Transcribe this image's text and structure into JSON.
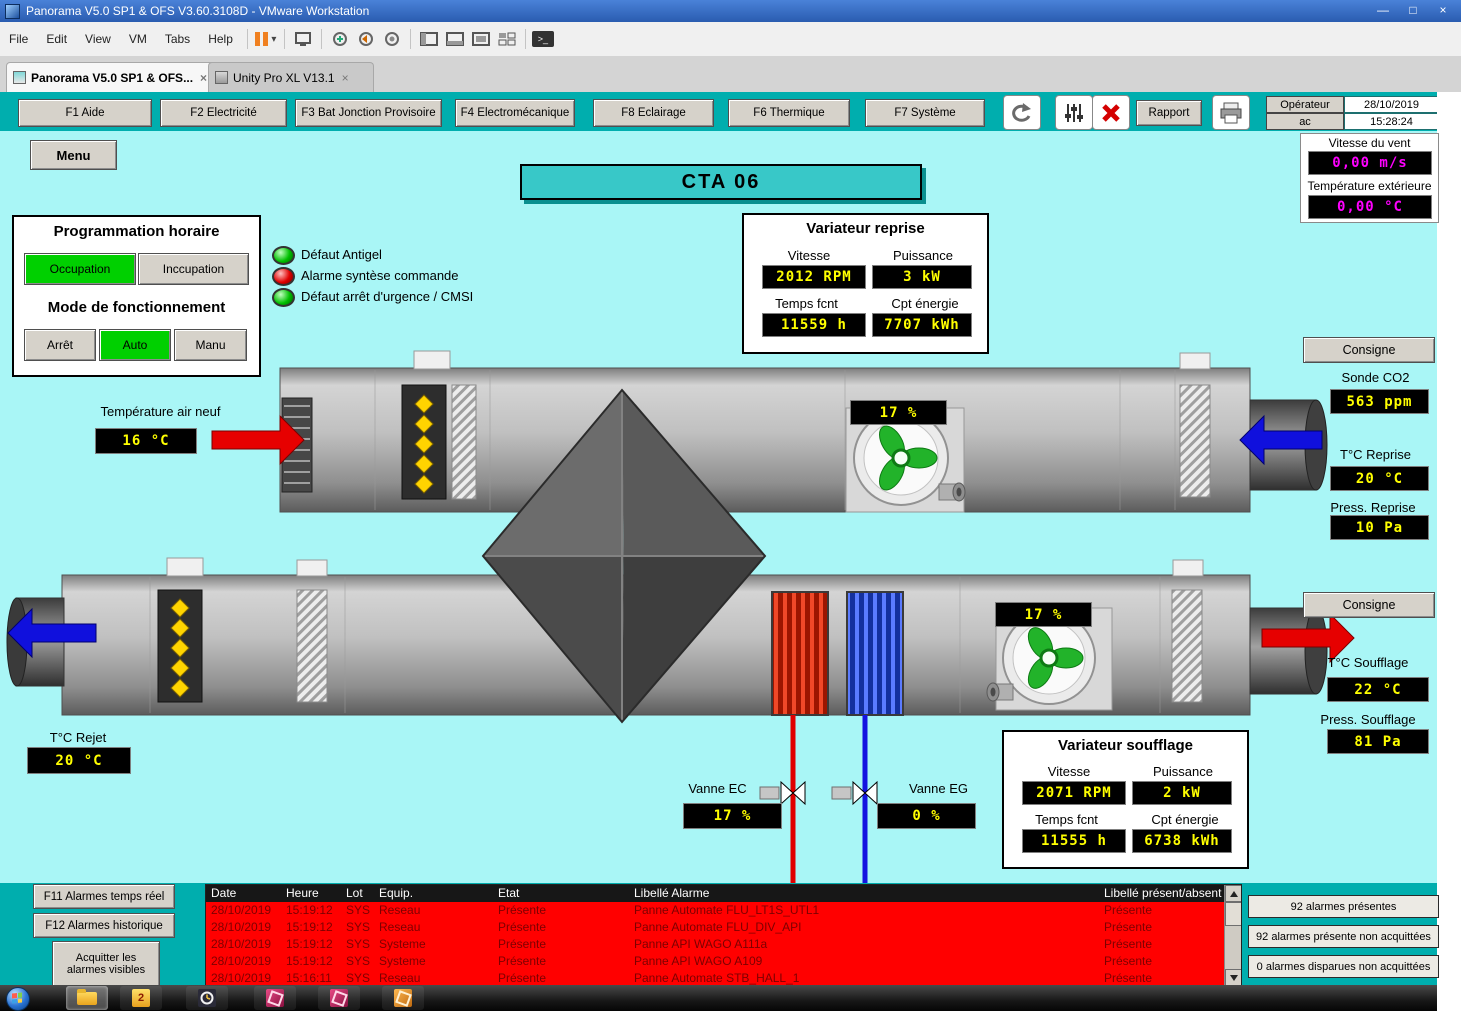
{
  "vmware": {
    "title": "Panorama V5.0 SP1 & OFS V3.60.3108D - VMware Workstation",
    "menu": [
      "File",
      "Edit",
      "View",
      "VM",
      "Tabs",
      "Help"
    ],
    "tabs": [
      {
        "label": "Panorama V5.0 SP1 & OFS..."
      },
      {
        "label": "Unity Pro XL V13.1"
      }
    ]
  },
  "icons": {
    "min": "—",
    "max": "□",
    "close": "×",
    "tab_close": "×",
    "dropdown": "▾",
    "console": ">_"
  },
  "fnbar": {
    "buttons": [
      "F1 Aide",
      "F2 Electricité",
      "F3 Bat Jonction Provisoire",
      "F4 Electromécanique",
      "F8 Eclairage",
      "F6 Thermique",
      "F7 Système"
    ],
    "rapport": "Rapport",
    "operator_label": "Opérateur",
    "operator_date": "28/10/2019",
    "operator_user": "ac",
    "operator_time": "15:28:24"
  },
  "screen": {
    "menu_button": "Menu",
    "title": "CTA 06",
    "weather": {
      "wind_label": "Vitesse du vent",
      "wind_value": "0,00 m/s",
      "temp_label": "Température extérieure",
      "temp_value": "0,00 °C"
    },
    "programmation": {
      "title": "Programmation horaire",
      "occupation": "Occupation",
      "inoccupation": "Inccupation",
      "mode_title": "Mode de fonctionnement",
      "arret": "Arrêt",
      "auto": "Auto",
      "manu": "Manu"
    },
    "indicators": [
      {
        "label": "Défaut Antigel",
        "color": "green"
      },
      {
        "label": "Alarme syntèse commande",
        "color": "red"
      },
      {
        "label": "Défaut arrêt d'urgence / CMSI",
        "color": "green"
      }
    ],
    "variateur_reprise": {
      "title": "Variateur reprise",
      "vitesse_label": "Vitesse",
      "puissance_label": "Puissance",
      "vitesse": "2012 RPM",
      "puissance": "3 kW",
      "temps_label": "Temps fcnt",
      "energie_label": "Cpt énergie",
      "temps": "11559 h",
      "energie": "7707 kWh"
    },
    "variateur_soufflage": {
      "title": "Variateur soufflage",
      "vitesse_label": "Vitesse",
      "puissance_label": "Puissance",
      "vitesse": "2071 RPM",
      "puissance": "2 kW",
      "temps_label": "Temps fcnt",
      "energie_label": "Cpt énergie",
      "temps": "11555 h",
      "energie": "6738 kWh"
    },
    "measures": {
      "air_neuf_label": "Température air neuf",
      "air_neuf": "16 °C",
      "fan_reprise": "17 %",
      "fan_soufflage": "17 %",
      "consigne": "Consigne",
      "sonde_co2_label": "Sonde CO2",
      "sonde_co2": "563 ppm",
      "t_reprise_label": "T°C Reprise",
      "t_reprise": "20 °C",
      "press_reprise_label": "Press. Reprise",
      "press_reprise": "10 Pa",
      "t_rejet_label": "T°C Rejet",
      "t_rejet": "20 °C",
      "vanne_ec_label": "Vanne EC",
      "vanne_ec": "17 %",
      "vanne_eg_label": "Vanne EG",
      "vanne_eg": "0 %",
      "t_soufflage_label": "T°C Soufflage",
      "t_soufflage": "22 °C",
      "press_soufflage_label": "Press. Soufflage",
      "press_soufflage": "81 Pa"
    }
  },
  "alarms": {
    "btn_realtime": "F11 Alarmes temps réel",
    "btn_history": "F12 Alarmes historique",
    "btn_ack": "Acquitter les alarmes visibles",
    "headers": [
      "Date",
      "Heure",
      "Lot",
      "Equip.",
      "Etat",
      "Libellé Alarme",
      "Libellé présent/absent"
    ],
    "rows": [
      [
        "28/10/2019",
        "15:19:12",
        "SYS",
        "Reseau",
        "Présente",
        "Panne Automate FLU_LT1S_UTL1",
        "Présente"
      ],
      [
        "28/10/2019",
        "15:19:12",
        "SYS",
        "Reseau",
        "Présente",
        "Panne Automate FLU_DIV_API",
        "Présente"
      ],
      [
        "28/10/2019",
        "15:19:12",
        "SYS",
        "Systeme",
        "Présente",
        "Panne API WAGO A111a",
        "Présente"
      ],
      [
        "28/10/2019",
        "15:19:12",
        "SYS",
        "Systeme",
        "Présente",
        "Panne API WAGO A109",
        "Présente"
      ],
      [
        "28/10/2019",
        "15:16:11",
        "SYS",
        "Reseau",
        "Présente",
        "Panne Automate STB_HALL_1",
        "Présente"
      ]
    ],
    "counts": [
      "92 alarmes présentes",
      "92 alarmes présente non acquittées",
      "0 alarmes disparues non acquittées"
    ]
  },
  "taskbar": {
    "badge2": "2"
  },
  "colors": {
    "teal_bar": "#00AEAE",
    "screen_bg": "#A9F6F6",
    "value_text": "#FFFF00",
    "weather_text": "#FF00FF",
    "active_green": "#00D000",
    "alarm_red": "#FF0000"
  }
}
